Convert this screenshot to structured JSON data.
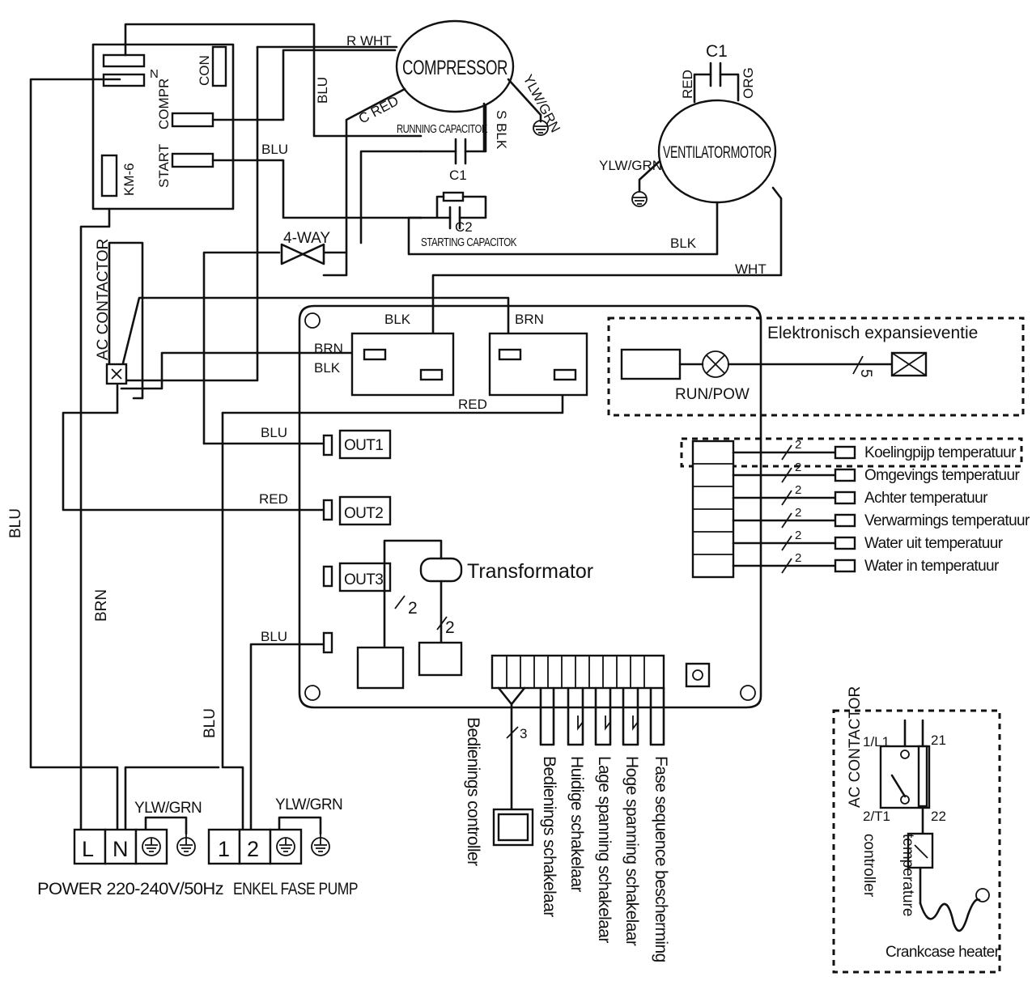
{
  "components": {
    "compressor": "COMPRESSOR",
    "ventilator_motor": "VENTILATORMOTOR",
    "running_capacitor": "RUNNING CAPACITOK",
    "starting_capacitor": "STARTING CAPACITOK",
    "c1": "C1",
    "c2": "C2",
    "fan_c1": "C1",
    "four_way": "4-WAY",
    "ac_contactor": "AC CONTACTOR",
    "km6": "KM-6",
    "con": "CON",
    "compr": "COMPR",
    "start": "START",
    "n_label": "N",
    "transformer": "Transformator",
    "run_pow": "RUN/POW",
    "expansion_valve": "Elektronisch expansieventie",
    "eev_wires": "5",
    "out1": "OUT1",
    "out2": "OUT2",
    "out3": "OUT3",
    "trafo_wires_a": "2",
    "trafo_wires_b": "2",
    "controller_wires": "3"
  },
  "wires": {
    "r_wht": "R WHT",
    "c_red": "C RED",
    "s_blk": "S BLK",
    "blu_comp": "BLU",
    "blu_start": "BLU",
    "ylw_grn_comp": "YLW/GRN",
    "red_fan": "RED",
    "org_fan": "ORG",
    "ylw_grn_fan": "YLW/GRN",
    "blk_fan": "BLK",
    "wht_fan": "WHT",
    "blk_board": "BLK",
    "brn_board": "BRN",
    "brn_left": "BRN",
    "blk_left": "BLK",
    "red_mid": "RED",
    "blu_out1": "BLU",
    "red_out2": "RED",
    "blu_pump": "BLU",
    "blu_far_left": "BLU",
    "brn_left_vertical": "BRN",
    "blu_lower": "BLU",
    "ylw_grn_power": "YLW/GRN",
    "ylw_grn_pump": "YLW/GRN"
  },
  "sensors": {
    "wire_count": "2",
    "items": [
      "Koelingpijp temperatuur",
      "Omgevings temperatuur",
      "Achter temperatuur",
      "Verwarmings temperatuur",
      "Water uit temperatuur",
      "Water in temperatuur"
    ]
  },
  "terminals": {
    "power": [
      "L",
      "N"
    ],
    "pump": [
      "1",
      "2"
    ],
    "power_label": "POWER 220-240V/50Hz",
    "pump_label": "ENKEL FASE PUMP"
  },
  "bottom_labels": [
    "Bedienings controller",
    "Bedienings schakelaar",
    "Huidige schakelaar",
    "Lage spanning schakelaar",
    "Hoge spanning schakelaar",
    "Fase sequence bescherming"
  ],
  "crankcase": {
    "contactor": "AC CONTACTOR",
    "l1": "1/L1",
    "t1": "2/T1",
    "n21": "21",
    "n22": "22",
    "temperature": "temperature",
    "controller": "controller",
    "heater": "Crankcase heater"
  }
}
